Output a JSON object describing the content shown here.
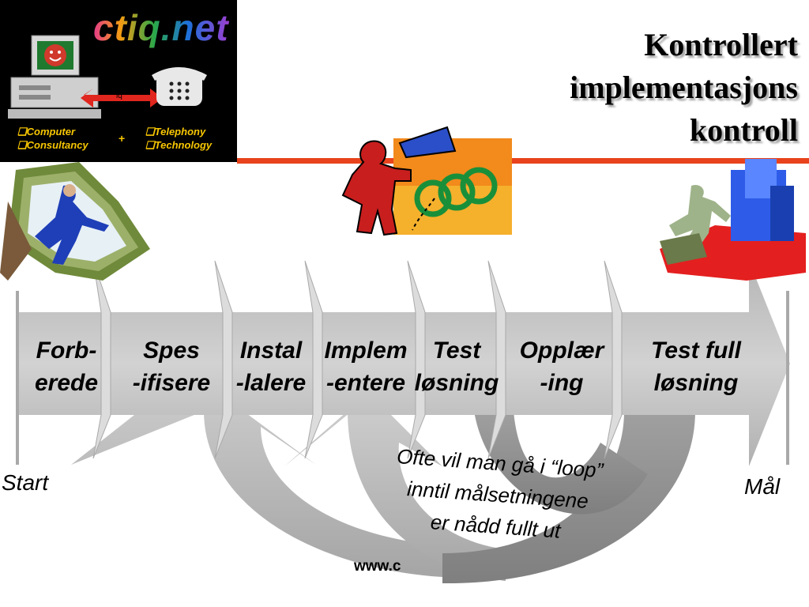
{
  "logo": {
    "name": "ctiq.net",
    "badge": "iq",
    "left_items": [
      "❑Computer",
      "❑Consultancy"
    ],
    "plus": "+",
    "right_items": [
      "❑Telephony",
      "❑Technology"
    ]
  },
  "title_lines": [
    "Kontrollert",
    "implementasjons",
    "kontroll"
  ],
  "phases": [
    {
      "line1": "Forb-",
      "line2": "erede"
    },
    {
      "line1": "Spes",
      "line2": "-ifisere"
    },
    {
      "line1": "Instal",
      "line2": "-lalere"
    },
    {
      "line1": "Implem",
      "line2": "-entere"
    },
    {
      "line1": "Test",
      "line2": "løsning"
    },
    {
      "line1": "Opplær",
      "line2": "-ing"
    },
    {
      "line1": "Test full",
      "line2": "løsning"
    }
  ],
  "start_label": "Start",
  "goal_label": "Mål",
  "note_lines": [
    "Ofte vil man gå i “loop”",
    "inntil målsetningene",
    "er nådd fullt ut"
  ],
  "url_fragment": "www.c",
  "colors": {
    "accent_line": "#e8431c",
    "arrow_band": "#c4c4c4",
    "loop_light": "#b3b3b3",
    "loop_dark": "#8e8e8e",
    "logo_bg": "#000000",
    "logo_sub": "#f7c600"
  }
}
